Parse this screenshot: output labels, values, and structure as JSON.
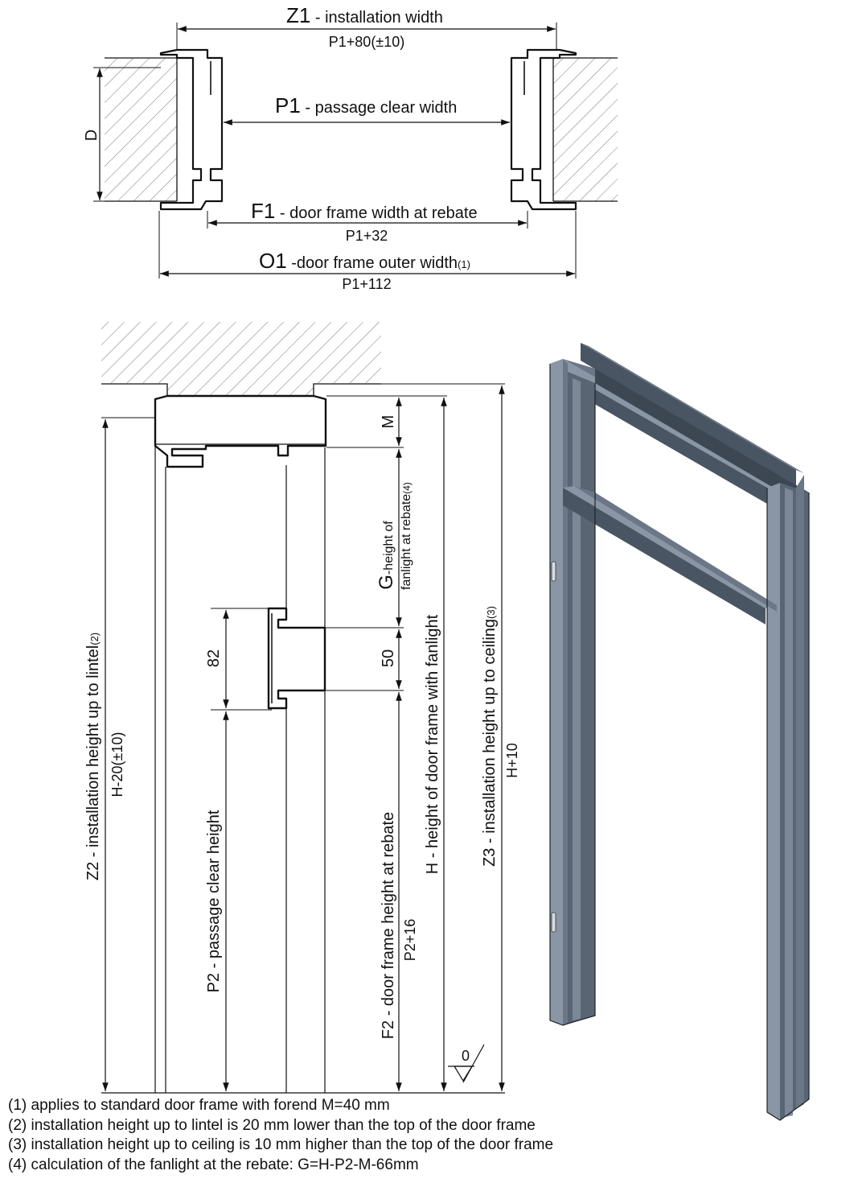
{
  "plan_view": {
    "z1": {
      "symbol": "Z1",
      "label": " - installation width",
      "formula": "P1+80(±10)"
    },
    "p1": {
      "symbol": "P1",
      "label": " - passage clear width"
    },
    "f1": {
      "symbol": "F1",
      "label": " - door frame width at rebate",
      "formula": "P1+32"
    },
    "o1": {
      "symbol": "O1",
      "label": " -door frame outer width",
      "note_ref": "(1)",
      "formula": "P1+112"
    },
    "d": {
      "symbol": "D"
    }
  },
  "elevation_view": {
    "z2": {
      "text": "Z2 - installation height up to lintel",
      "note_ref": "(2)",
      "formula": "H-20(±10)"
    },
    "p2": {
      "text": "P2 - passage clear height"
    },
    "dim_82": "82",
    "dim_50": "50",
    "m": "M",
    "g": {
      "symbol": "G",
      "label": "-height of",
      "label2": "fanlight at rebate",
      "note_ref": "(4)"
    },
    "f2": {
      "text": "F2 - door frame height at rebate",
      "formula": "P2+16"
    },
    "h": {
      "text": "H - height of door frame with fanlight"
    },
    "z3": {
      "text": "Z3 - installation height up to ceiling",
      "note_ref": "(3)",
      "formula": "H+10"
    },
    "level_mark": "0"
  },
  "notes": [
    "(1) applies to standard door frame with forend M=40 mm",
    "(2) installation height up to lintel is 20 mm lower than the top of the door frame",
    "(3) installation height up to ceiling is 10 mm higher than the top of the door frame",
    "(4) calculation of the fanlight at the rebate: G=H-P2-M-66mm"
  ],
  "colors": {
    "line": "#111111",
    "frame_dark": "#4a5563",
    "frame_mid": "#6b7786",
    "frame_light": "#8a96a5"
  }
}
